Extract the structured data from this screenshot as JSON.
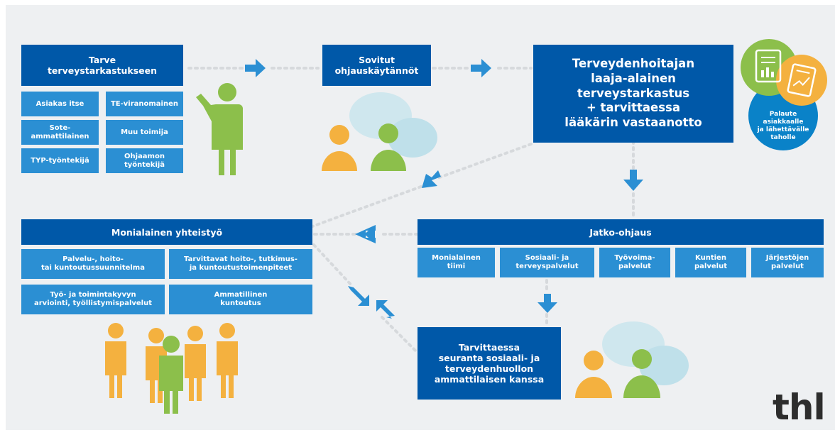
{
  "colors": {
    "dark_blue": "#0058a8",
    "light_blue": "#2b8fd3",
    "green": "#8cbf4b",
    "orange": "#f4b13f",
    "bubble": "#cfe7ee",
    "dots": "#d6d9dc"
  },
  "need": {
    "title": "Tarve\nterveystarkastukseen",
    "items": [
      "Asiakas itse",
      "TE-viranomainen",
      "Sote-\nammattilainen",
      "Muu toimija",
      "TYP-työntekijä",
      "Ohjaamon\ntyöntekijä"
    ]
  },
  "agreed": {
    "title": "Sovitut\nohjauskäytännöt"
  },
  "health_check": {
    "title": "Terveydenhoitajan\nlaaja-alainen\nterveystarkastus\n+ tarvittaessa\nlääkärin vastaanotto"
  },
  "feedback": {
    "text": "Palaute\nasiakkaalle\nja lähettävälle\ntaholle"
  },
  "multi": {
    "title": "Monialainen yhteistyö",
    "items": [
      "Palvelu-, hoito-\ntai kuntoutussuunnitelma",
      "Tarvittavat hoito-, tutkimus-\nja kuntoutustoimenpiteet",
      "Työ- ja toimintakyvyn\narviointi, työllistymispalvelut",
      "Ammatillinen\nkuntoutus"
    ]
  },
  "followup": {
    "title": "Jatko-ohjaus",
    "items": [
      "Monialainen\ntiimi",
      "Sosiaali- ja\nterveyspalvelut",
      "Työvoima-\npalvelut",
      "Kuntien\npalvelut",
      "Järjestöjen\npalvelut"
    ]
  },
  "monitoring": {
    "title": "Tarvittaessa\nseuranta sosiaali- ja\nterveydenhuollon\nammattilaisen kanssa"
  },
  "logo": {
    "text": "thl"
  }
}
